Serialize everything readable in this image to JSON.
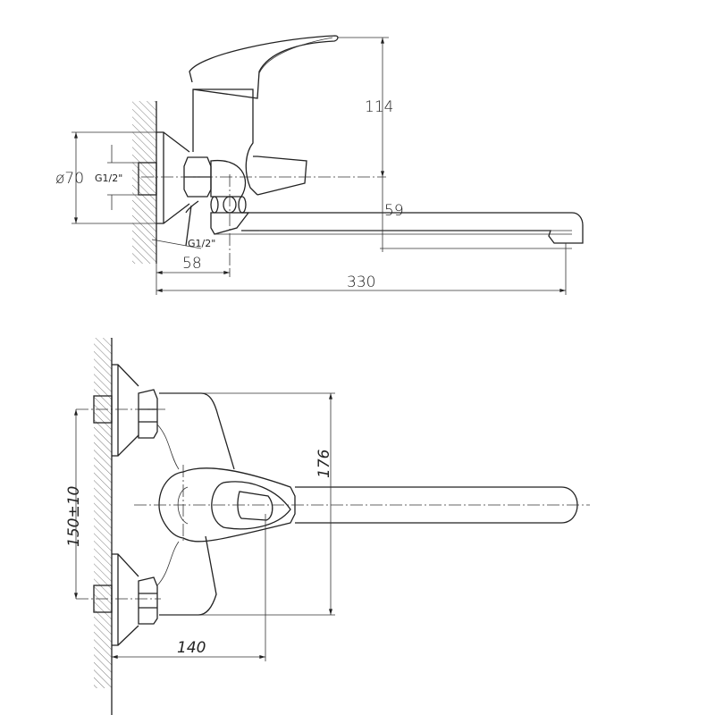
{
  "side_view": {
    "dims": {
      "height_to_lever": "114",
      "flange_diameter": "ø70",
      "inlet_thread": "G1/2\"",
      "outlet_thread": "G1/2\"",
      "body_depth": "58",
      "spout_height": "59",
      "spout_length": "330"
    }
  },
  "front_view": {
    "dims": {
      "body_height": "176",
      "inlet_spacing": "150±10",
      "projection": "140"
    }
  }
}
